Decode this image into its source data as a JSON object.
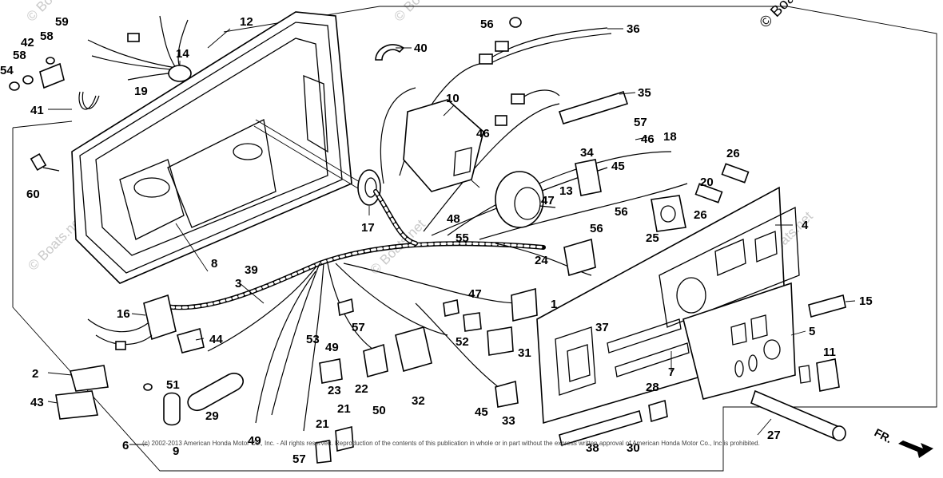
{
  "watermark": {
    "text": "© Boats.net"
  },
  "copyright": "(c) 2002-2013 American Honda Motor Co., Inc. - All rights reserved. Reproduction of the contents of this publication in whole or in part without the express written approval of American Honda Motor Co., Inc is prohibited.",
  "direction_marker": "FR.",
  "callouts": [
    {
      "id": "c1",
      "label": "1"
    },
    {
      "id": "c2",
      "label": "2"
    },
    {
      "id": "c3",
      "label": "3"
    },
    {
      "id": "c4",
      "label": "4"
    },
    {
      "id": "c5",
      "label": "5"
    },
    {
      "id": "c6",
      "label": "6"
    },
    {
      "id": "c7",
      "label": "7"
    },
    {
      "id": "c8",
      "label": "8"
    },
    {
      "id": "c9",
      "label": "9"
    },
    {
      "id": "c10",
      "label": "10"
    },
    {
      "id": "c11",
      "label": "11"
    },
    {
      "id": "c12",
      "label": "12"
    },
    {
      "id": "c13",
      "label": "13"
    },
    {
      "id": "c14",
      "label": "14"
    },
    {
      "id": "c15",
      "label": "15"
    },
    {
      "id": "c16",
      "label": "16"
    },
    {
      "id": "c17",
      "label": "17"
    },
    {
      "id": "c18",
      "label": "18"
    },
    {
      "id": "c19",
      "label": "19"
    },
    {
      "id": "c20",
      "label": "20"
    },
    {
      "id": "c21a",
      "label": "21"
    },
    {
      "id": "c21b",
      "label": "21"
    },
    {
      "id": "c22",
      "label": "22"
    },
    {
      "id": "c23",
      "label": "23"
    },
    {
      "id": "c24",
      "label": "24"
    },
    {
      "id": "c25",
      "label": "25"
    },
    {
      "id": "c26a",
      "label": "26"
    },
    {
      "id": "c26b",
      "label": "26"
    },
    {
      "id": "c27",
      "label": "27"
    },
    {
      "id": "c28",
      "label": "28"
    },
    {
      "id": "c29",
      "label": "29"
    },
    {
      "id": "c30",
      "label": "30"
    },
    {
      "id": "c31",
      "label": "31"
    },
    {
      "id": "c32",
      "label": "32"
    },
    {
      "id": "c33",
      "label": "33"
    },
    {
      "id": "c34",
      "label": "34"
    },
    {
      "id": "c35",
      "label": "35"
    },
    {
      "id": "c36",
      "label": "36"
    },
    {
      "id": "c37",
      "label": "37"
    },
    {
      "id": "c38",
      "label": "38"
    },
    {
      "id": "c39",
      "label": "39"
    },
    {
      "id": "c40",
      "label": "40"
    },
    {
      "id": "c41",
      "label": "41"
    },
    {
      "id": "c42",
      "label": "42"
    },
    {
      "id": "c43",
      "label": "43"
    },
    {
      "id": "c44",
      "label": "44"
    },
    {
      "id": "c45a",
      "label": "45"
    },
    {
      "id": "c45b",
      "label": "45"
    },
    {
      "id": "c46a",
      "label": "46"
    },
    {
      "id": "c46b",
      "label": "46"
    },
    {
      "id": "c47a",
      "label": "47"
    },
    {
      "id": "c47b",
      "label": "47"
    },
    {
      "id": "c48",
      "label": "48"
    },
    {
      "id": "c49a",
      "label": "49"
    },
    {
      "id": "c49b",
      "label": "49"
    },
    {
      "id": "c50",
      "label": "50"
    },
    {
      "id": "c51",
      "label": "51"
    },
    {
      "id": "c52",
      "label": "52"
    },
    {
      "id": "c53",
      "label": "53"
    },
    {
      "id": "c54",
      "label": "54"
    },
    {
      "id": "c55",
      "label": "55"
    },
    {
      "id": "c56a",
      "label": "56"
    },
    {
      "id": "c56b",
      "label": "56"
    },
    {
      "id": "c56c",
      "label": "56"
    },
    {
      "id": "c57a",
      "label": "57"
    },
    {
      "id": "c57b",
      "label": "57"
    },
    {
      "id": "c57c",
      "label": "57"
    },
    {
      "id": "c58a",
      "label": "58"
    },
    {
      "id": "c58b",
      "label": "58"
    },
    {
      "id": "c59",
      "label": "59"
    },
    {
      "id": "c60",
      "label": "60"
    }
  ]
}
